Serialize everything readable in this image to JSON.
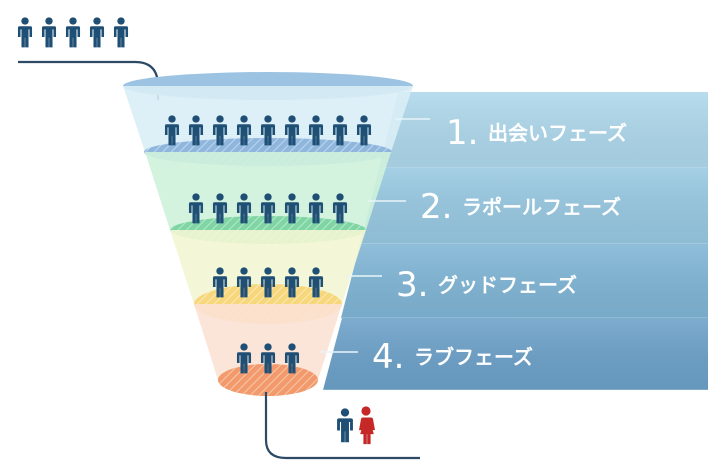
{
  "colors": {
    "person": "#1f4f75",
    "woman": "#c62828",
    "line": "#2c4a66"
  },
  "top_group": {
    "count": 5,
    "icon": "person-icon"
  },
  "stages": [
    {
      "number": "1.",
      "label": "出会いフェーズ",
      "people": 9,
      "band_color": "#aed8ec",
      "funnel_color": "#d9eef6",
      "disc_color": "#8fb6dd"
    },
    {
      "number": "2.",
      "label": "ラポールフェーズ",
      "people": 7,
      "band_color": "#98c9e2",
      "funnel_color": "#cff2dc",
      "disc_color": "#7fd5a4"
    },
    {
      "number": "3.",
      "label": "グッドフェーズ",
      "people": 5,
      "band_color": "#80b6d6",
      "funnel_color": "#f3f6d3",
      "disc_color": "#f7d77b"
    },
    {
      "number": "4.",
      "label": "ラブフェーズ",
      "people": 3,
      "band_color": "#6ca1c9",
      "funnel_color": "#fbe2d4",
      "disc_color": "#f29a6c"
    }
  ],
  "bottom_couple": {
    "man_icon": "man-icon",
    "woman_icon": "woman-icon"
  }
}
